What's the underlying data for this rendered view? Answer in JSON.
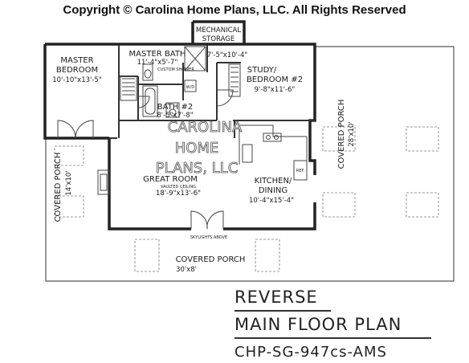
{
  "copyright": "Copyright © Carolina Home Plans, LLC. All Rights Reserved",
  "watermark": [
    "CAROLINA",
    "HOME",
    "PLANS, LLC"
  ],
  "rooms": {
    "mechanical": {
      "name_1": "MECHANICAL",
      "name_2": "STORAGE",
      "size": "7'-5\"x10'-4\""
    },
    "master_bath": {
      "name": "MASTER BATH",
      "size": "11'-4\"x5'-7\""
    },
    "master_bedroom": {
      "name_1": "MASTER",
      "name_2": "BEDROOM",
      "size": "10'-10\"x13'-5\""
    },
    "study": {
      "name_1": "STUDY/",
      "name_2": "BEDROOM #2",
      "size": "9'-8\"x11'-6\""
    },
    "bath2": {
      "name": "BATH #2",
      "size": "8'-5\"x7'-8\""
    },
    "great_room": {
      "name": "GREAT ROOM",
      "note": "VAULTED CEILING",
      "size": "18'-9\"x13'-6\""
    },
    "kitchen": {
      "name_1": "KITCHEN/",
      "name_2": "DINING",
      "size": "10'-4\"x15'-4\""
    },
    "porch_left": {
      "name": "COVERED PORCH",
      "size": "14'x10'"
    },
    "porch_right": {
      "name": "COVERED PORCH",
      "size": "28'x10'"
    },
    "porch_bottom": {
      "name": "COVERED PORCH",
      "size": "30'x8'"
    }
  },
  "fixtures": {
    "custom_shower": "CUSTOM SHOWER",
    "wd": "W/D",
    "ref": "REF."
  },
  "skylights": "SKYLIGHTS ABOVE",
  "title": {
    "line1": "REVERSE",
    "line2": "MAIN FLOOR PLAN",
    "line3": "CHP-SG-947cs-AMS"
  }
}
